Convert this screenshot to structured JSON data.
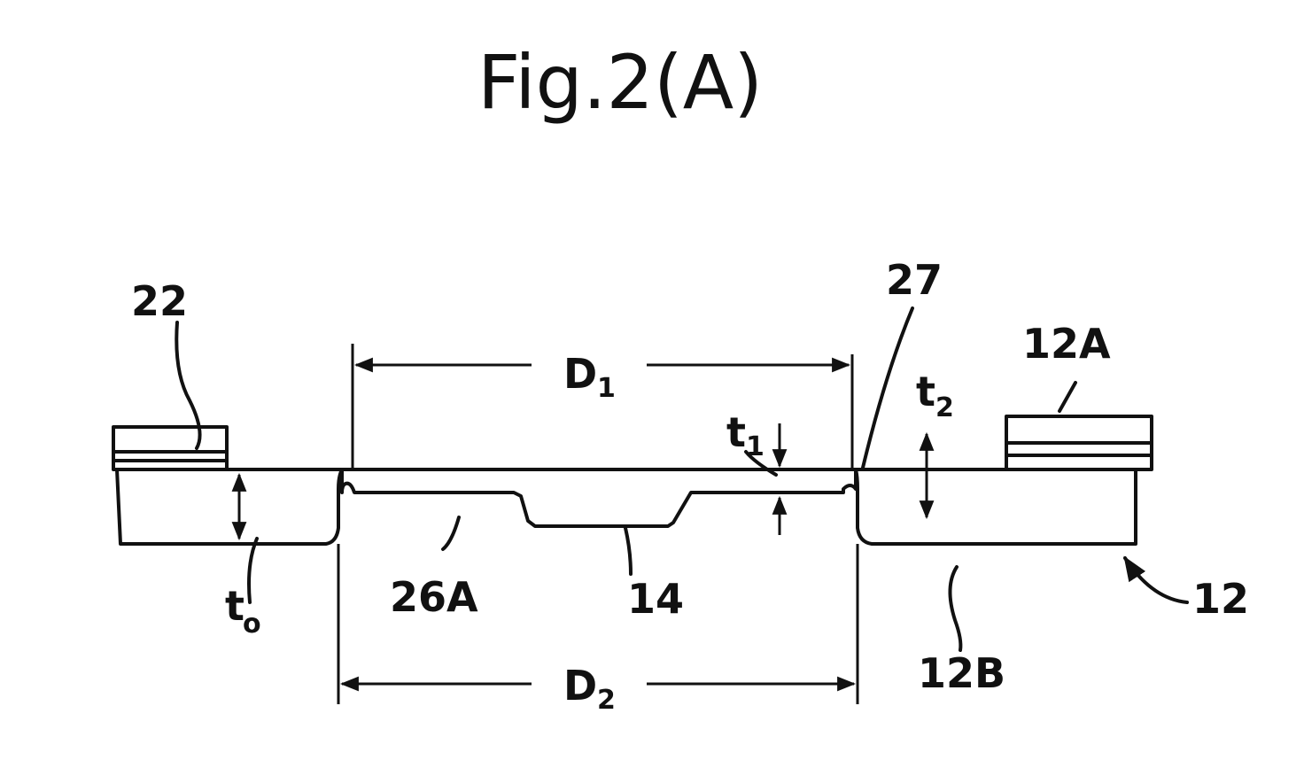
{
  "figure": {
    "title": "Fig.2(A)"
  },
  "labels": {
    "l22": "22",
    "l27": "27",
    "l12A": "12A",
    "l12": "12",
    "l12B": "12B",
    "l26A": "26A",
    "l14": "14",
    "D1": "D",
    "D1_sub": "1",
    "D2": "D",
    "D2_sub": "2",
    "t0": "t",
    "t0_sub": "o",
    "t1": "t",
    "t1_sub": "1",
    "t2": "t",
    "t2_sub": "2"
  }
}
